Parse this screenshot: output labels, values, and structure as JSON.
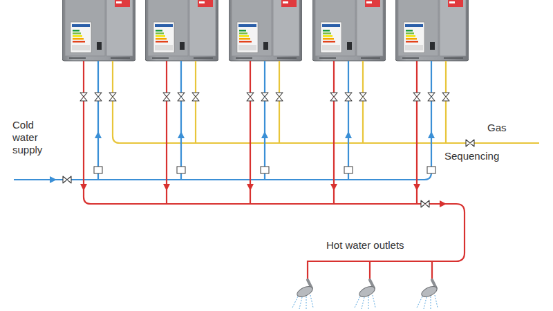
{
  "diagram": {
    "labels": [
      "Gas",
      "Sequencing",
      "Cold water supply",
      "Hot water outlets"
    ]
  }
}
